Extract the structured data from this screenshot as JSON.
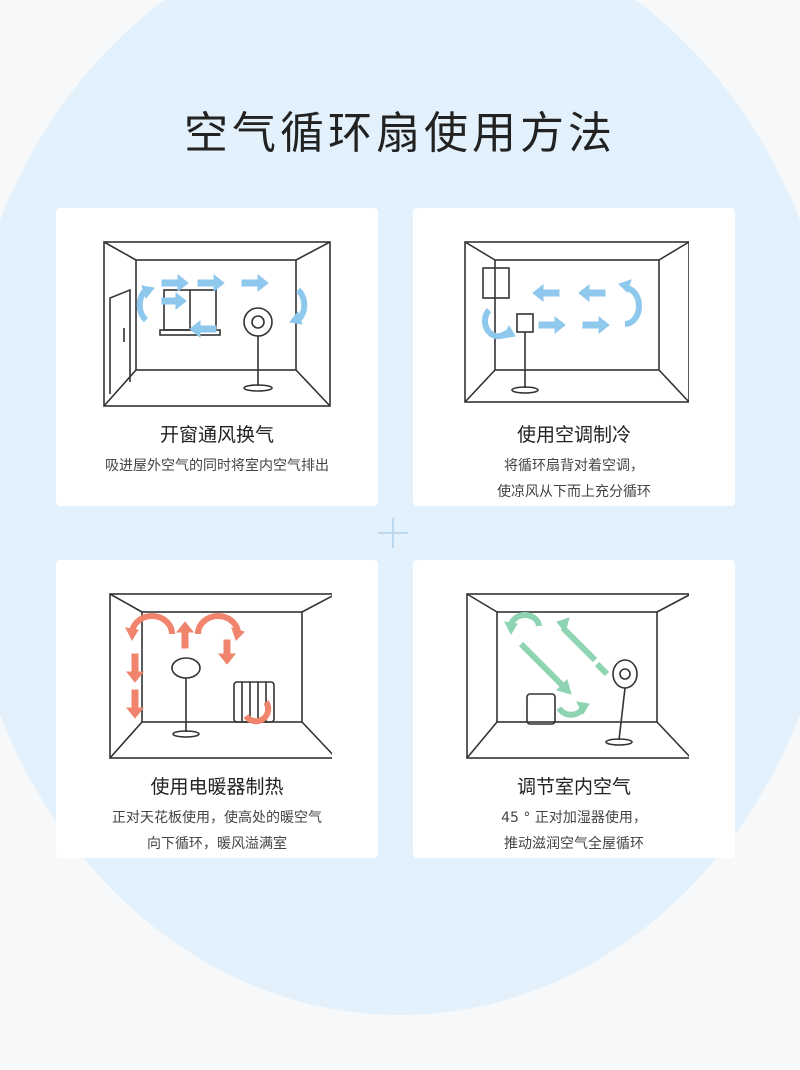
{
  "page": {
    "title": "空气循环扇使用方法"
  },
  "cards": [
    {
      "title": "开窗通风换气",
      "desc_line1": "吸进屋外空气的同时将室内空气排出",
      "desc_line2": "",
      "arrow_color": "#8ec8ec"
    },
    {
      "title": "使用空调制冷",
      "desc_line1": "将循环扇背对着空调，",
      "desc_line2": "使凉风从下而上充分循环",
      "arrow_color": "#8ec8ec"
    },
    {
      "title": "使用电暖器制热",
      "desc_line1": "正对天花板使用，使高处的暖空气",
      "desc_line2": "向下循环，暖风溢满室",
      "arrow_color": "#f0846c"
    },
    {
      "title": "调节室内空气",
      "desc_line1": "45 ° 正对加湿器使用，",
      "desc_line2": "推动滋润空气全屋循环",
      "arrow_color": "#8ed4b2"
    }
  ]
}
